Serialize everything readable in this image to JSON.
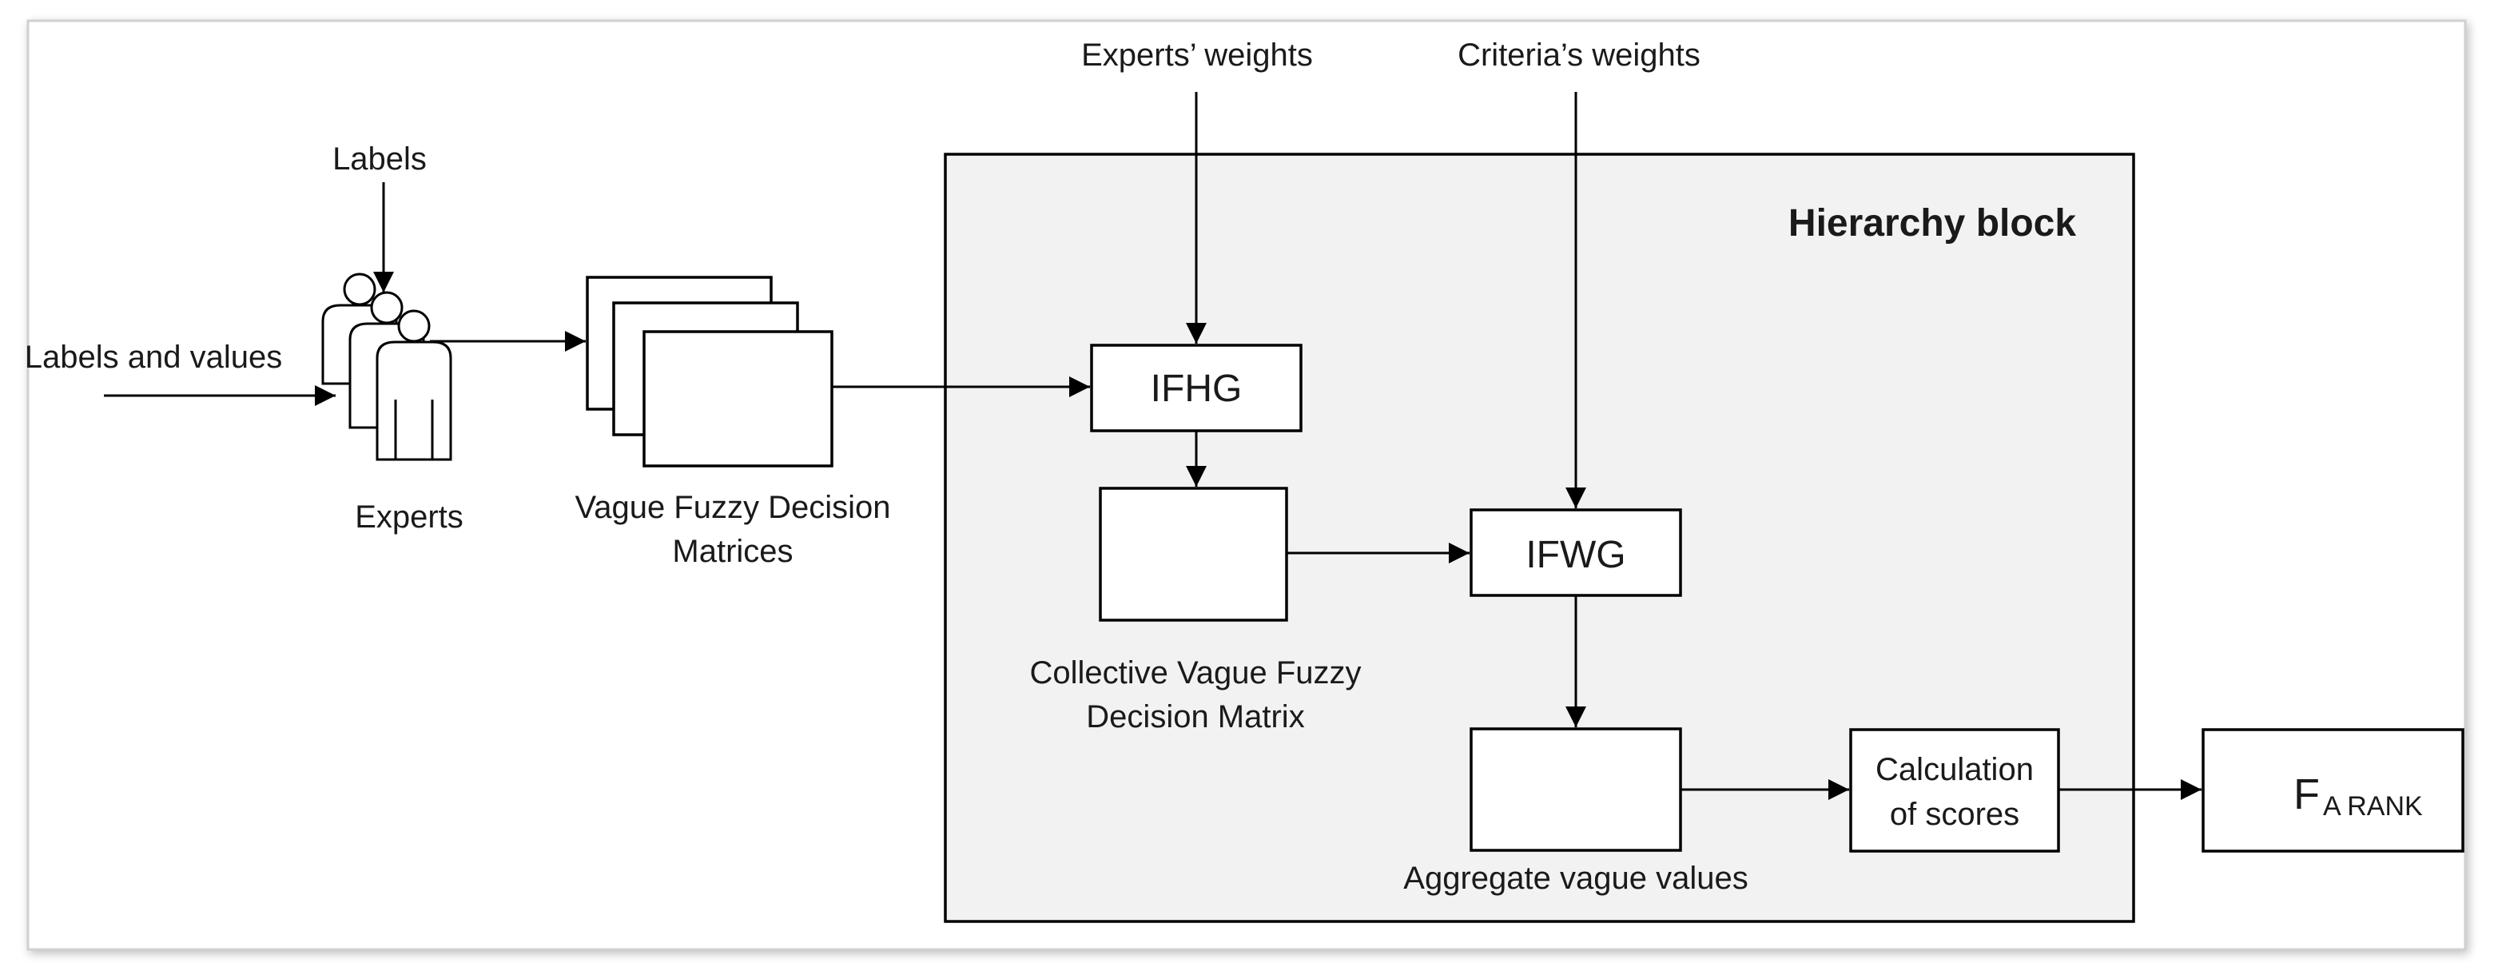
{
  "labels": {
    "experts_weights": "Experts’ weights",
    "criteria_weights": "Criteria’s weights",
    "labels": "Labels",
    "labels_and_values": "Labels and values",
    "experts": "Experts",
    "vfdm_line1": "Vague Fuzzy Decision",
    "vfdm_line2": "Matrices",
    "hierarchy_block": "Hierarchy block",
    "ifhg": "IFHG",
    "ifwg": "IFWG",
    "cvfdm_line1": "Collective Vague Fuzzy",
    "cvfdm_line2": "Decision Matrix",
    "aggregate": "Aggregate vague values",
    "calc_line1": "Calculation",
    "calc_line2": "of scores",
    "frank_main": "F",
    "frank_sub": "A RANK"
  },
  "colors": {
    "hierarchy_fill": "#f2f2f2",
    "stroke": "#000000",
    "text": "#1a1a1a"
  }
}
